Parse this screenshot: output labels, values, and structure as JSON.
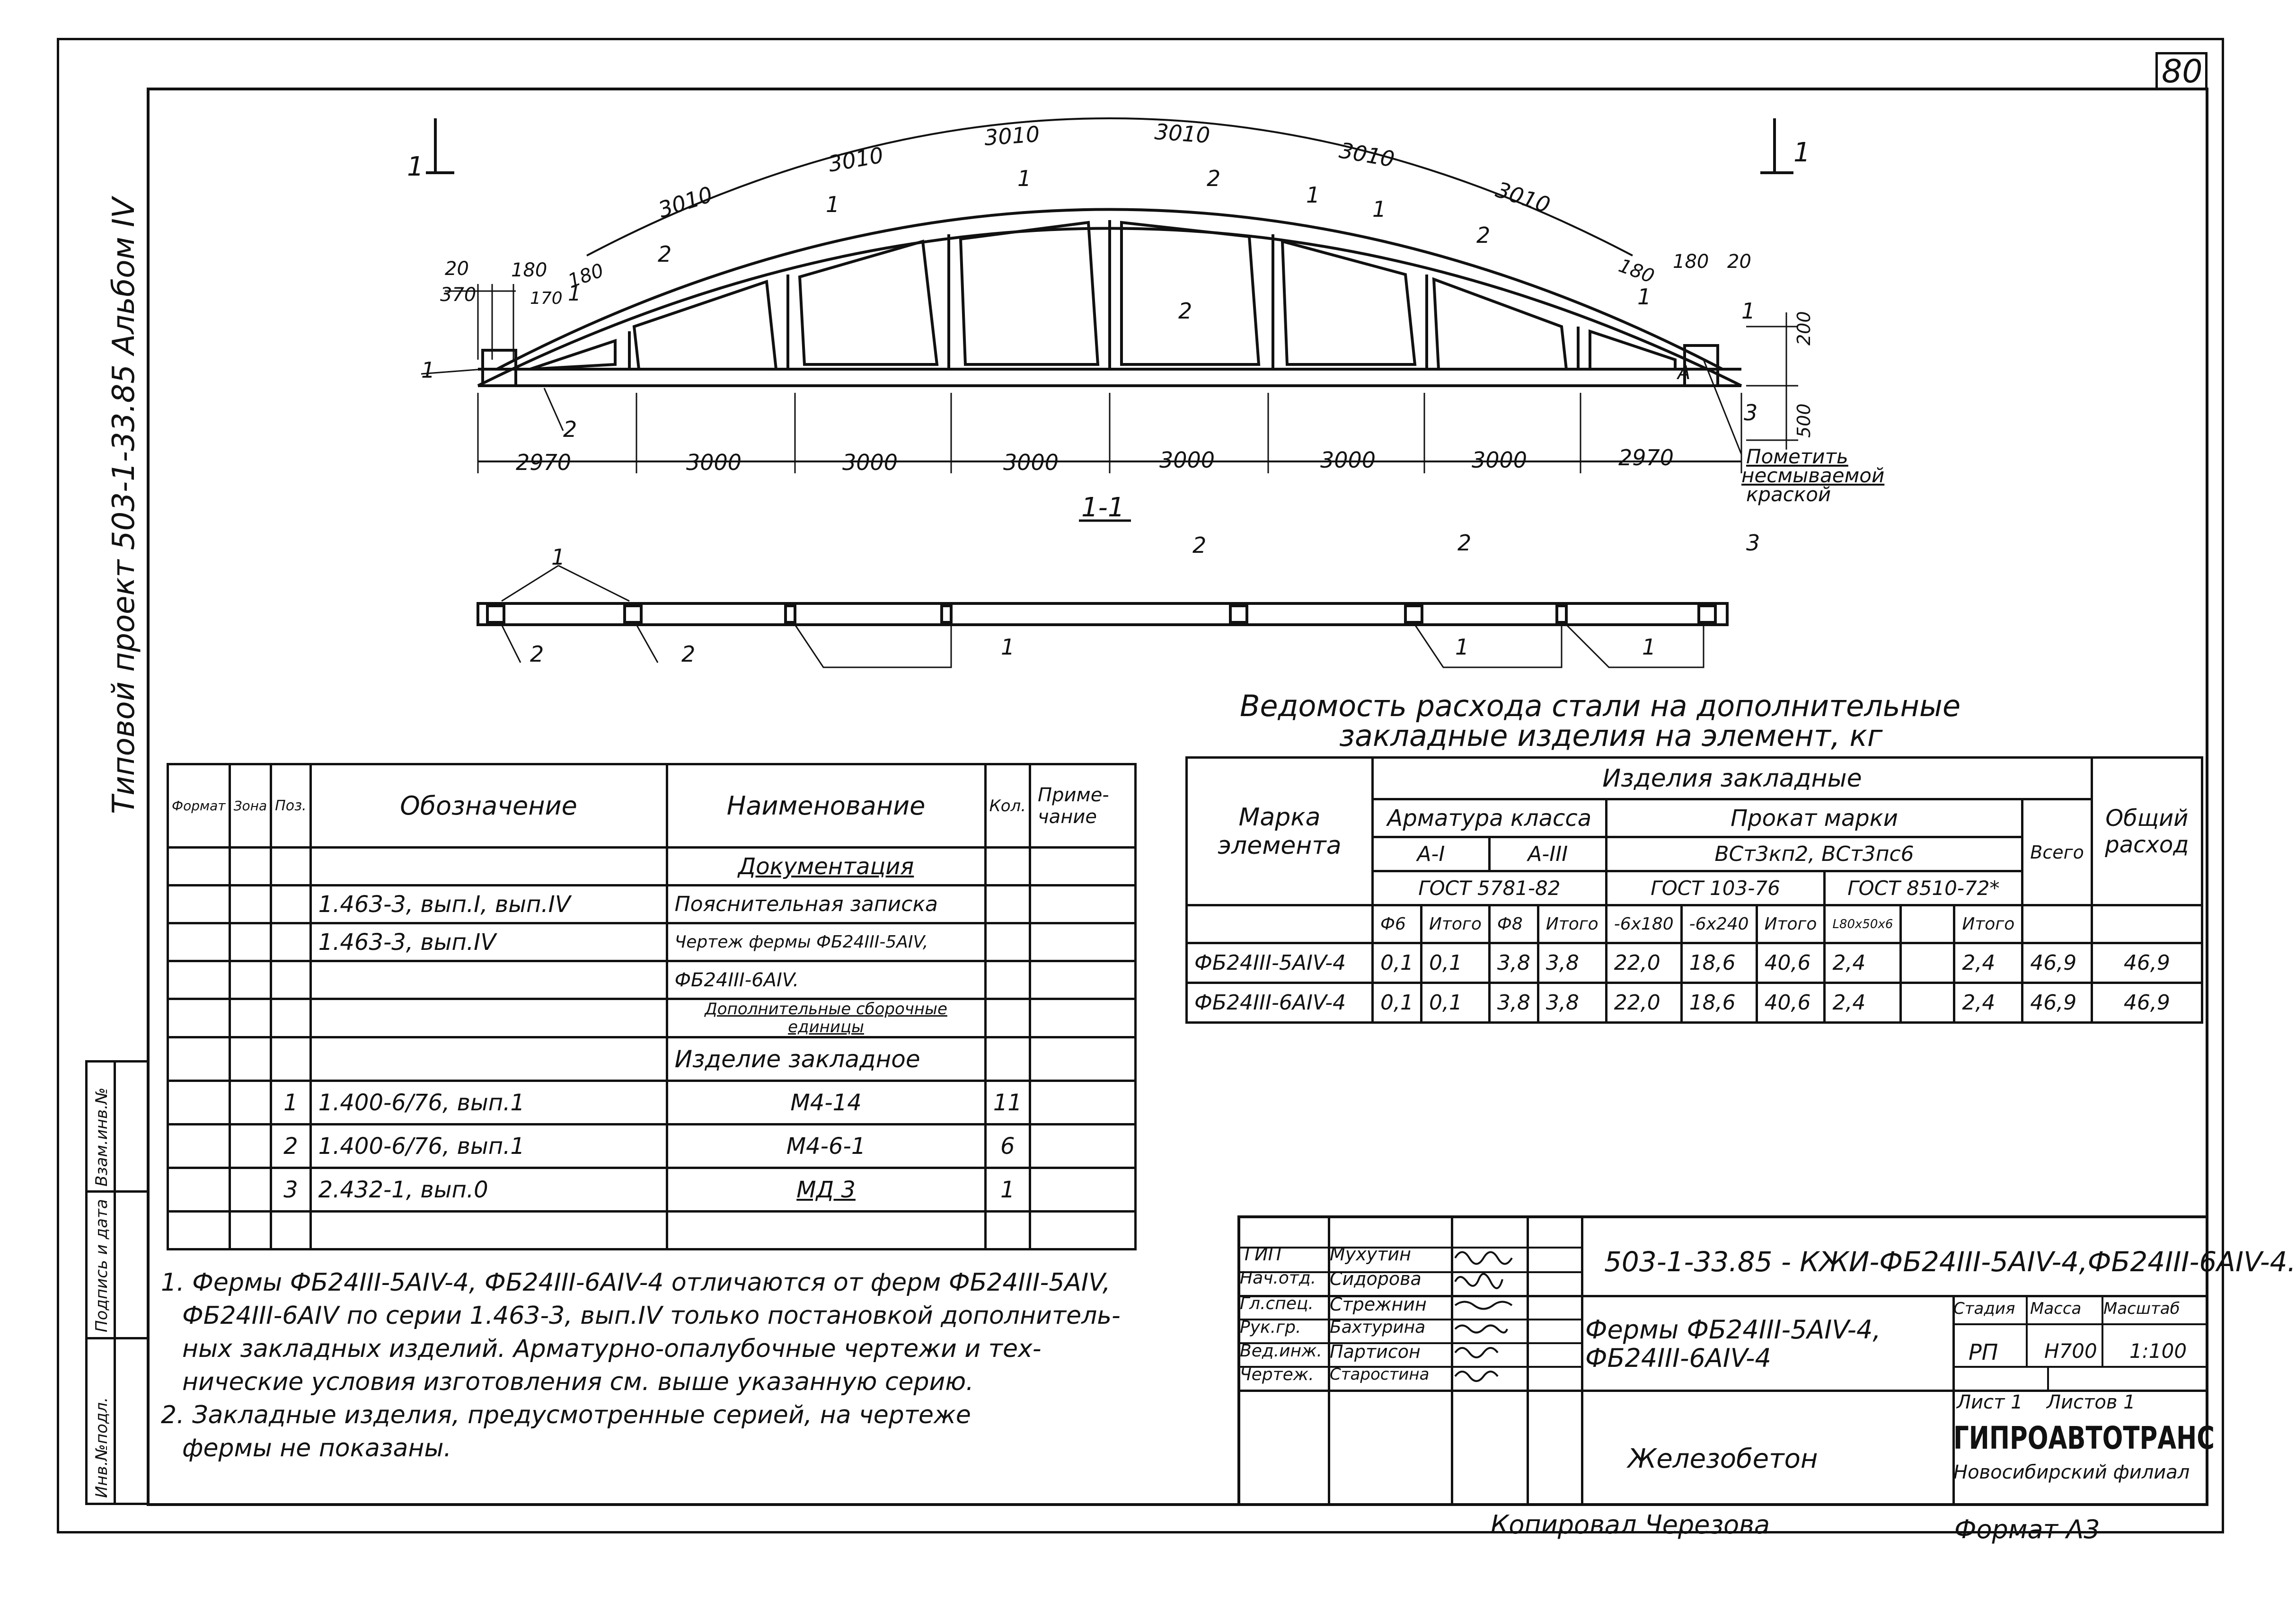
{
  "sheet": {
    "page_number": "80",
    "side_title": "Типовой проект 503-1-33.85 Альбом IV",
    "side_stamp": [
      "Инв.№подл.",
      "Подпись и дата",
      "Взам.инв.№"
    ]
  },
  "truss": {
    "section_marks": [
      "1",
      "1"
    ],
    "section_title": "1-1",
    "top_dims": [
      "3010",
      "3010",
      "3010",
      "3010",
      "3010",
      "3010"
    ],
    "bottom_dims": [
      "2970",
      "3000",
      "3000",
      "3000",
      "3000",
      "3000",
      "3000",
      "2970"
    ],
    "left_dims": [
      "20",
      "370",
      "180",
      "170",
      "180"
    ],
    "right_dims": [
      "180",
      "180",
      "20",
      "200",
      "500"
    ],
    "part_labels": [
      "1",
      "2",
      "3"
    ],
    "note_paint": [
      "Пометить",
      "несмываемой",
      "краской"
    ],
    "rotated_marker": "A"
  },
  "spec_table": {
    "headers": [
      "Формат",
      "Зона",
      "Поз.",
      "Обозначение",
      "Наименование",
      "Кол.",
      "Приме-чание"
    ],
    "rows": [
      {
        "pos": "",
        "code": "",
        "name": "Документация",
        "qty": "",
        "name_underline": true
      },
      {
        "pos": "",
        "code": "1.463-3, вып.I, вып.IV",
        "name": "Пояснительная записка",
        "qty": ""
      },
      {
        "pos": "",
        "code": "1.463-3, вып.IV",
        "name": "Чертеж фермы ФБ24III-5АIV,",
        "qty": ""
      },
      {
        "pos": "",
        "code": "",
        "name": "ФБ24III-6АIV.",
        "qty": ""
      },
      {
        "pos": "",
        "code": "",
        "name": "Дополнительные сборочные единицы",
        "qty": "",
        "name_underline": true
      },
      {
        "pos": "",
        "code": "",
        "name": "Изделие закладное",
        "qty": ""
      },
      {
        "pos": "1",
        "code": "1.400-6/76, вып.1",
        "name": "М4-14",
        "qty": "11"
      },
      {
        "pos": "2",
        "code": "1.400-6/76, вып.1",
        "name": "М4-6-1",
        "qty": "6"
      },
      {
        "pos": "3",
        "code": "2.432-1, вып.0",
        "name": "МД 3",
        "qty": "1"
      },
      {
        "pos": "",
        "code": "",
        "name": "",
        "qty": ""
      }
    ]
  },
  "steel_table": {
    "title_lines": [
      "Ведомость расхода стали на дополнительные",
      "закладные изделия на элемент, кг"
    ],
    "h_group": "Изделия закладные",
    "h_mark": "Марка элемента",
    "h_rebar": "Арматура класса",
    "h_rolled": "Прокат марки",
    "h_a1": "А-I",
    "h_a3": "А-III",
    "h_steel": "ВСт3кп2, ВСт3пс6",
    "h_gost1": "ГОСТ 5781-82",
    "h_gost2": "ГОСТ 103-76",
    "h_gost3": "ГОСТ 8510-72*",
    "h_total_all": "Всего",
    "h_total": "Общий расход",
    "cols": [
      "Ф6",
      "Итого",
      "Ф8",
      "Итого",
      "-6х180",
      "-6х240",
      "Итого",
      "L80х50х6",
      "",
      "Итого"
    ],
    "rows": [
      {
        "mark": "ФБ24III-5АIV-4",
        "vals": [
          "0,1",
          "0,1",
          "3,8",
          "3,8",
          "22,0",
          "18,6",
          "40,6",
          "2,4",
          "",
          "2,4",
          "46,9",
          "46,9"
        ]
      },
      {
        "mark": "ФБ24III-6АIV-4",
        "vals": [
          "0,1",
          "0,1",
          "3,8",
          "3,8",
          "22,0",
          "18,6",
          "40,6",
          "2,4",
          "",
          "2,4",
          "46,9",
          "46,9"
        ]
      }
    ]
  },
  "notes": [
    "1. Фермы ФБ24III-5АIV-4, ФБ24III-6АIV-4 отличаются от ферм ФБ24III-5АIV,",
    "ФБ24III-6АIV по серии 1.463-3, вып.IV только постановкой дополнитель-",
    "ных закладных изделий. Арматурно-опалубочные чертежи и тех-",
    "нические условия изготовления см. выше указанную серию.",
    "2. Закладные изделия, предусмотренные серией, на чертеже",
    "фермы не показаны."
  ],
  "title_block": {
    "code": "503-1-33.85 - КЖИ-ФБ24III-5АIV-4,ФБ24III-6АIV-4.",
    "people": [
      {
        "role": "ГИП",
        "name": "Мухутин"
      },
      {
        "role": "Нач.отд.",
        "name": "Сидорова"
      },
      {
        "role": "Гл.спец.",
        "name": "Стрежнин"
      },
      {
        "role": "Рук.гр.",
        "name": "Бахтурина"
      },
      {
        "role": "Вед.инж.",
        "name": "Партисон"
      },
      {
        "role": "Чертеж.",
        "name": "Старостина"
      }
    ],
    "item_name": "Фермы ФБ24III-5АIV-4, ФБ24III-6АIV-4",
    "h_stage": "Стадия",
    "h_mass": "Масса",
    "h_scale": "Масштаб",
    "stage": "РП",
    "mass": "Н700",
    "scale": "1:100",
    "sheet": "Лист 1",
    "sheets": "Листов 1",
    "material": "Железобетон",
    "org": "ГИПРОАВТОТРАНС",
    "branch": "Новосибирский филиал",
    "copied": "Копировал Черезова",
    "format": "Формат А3"
  }
}
